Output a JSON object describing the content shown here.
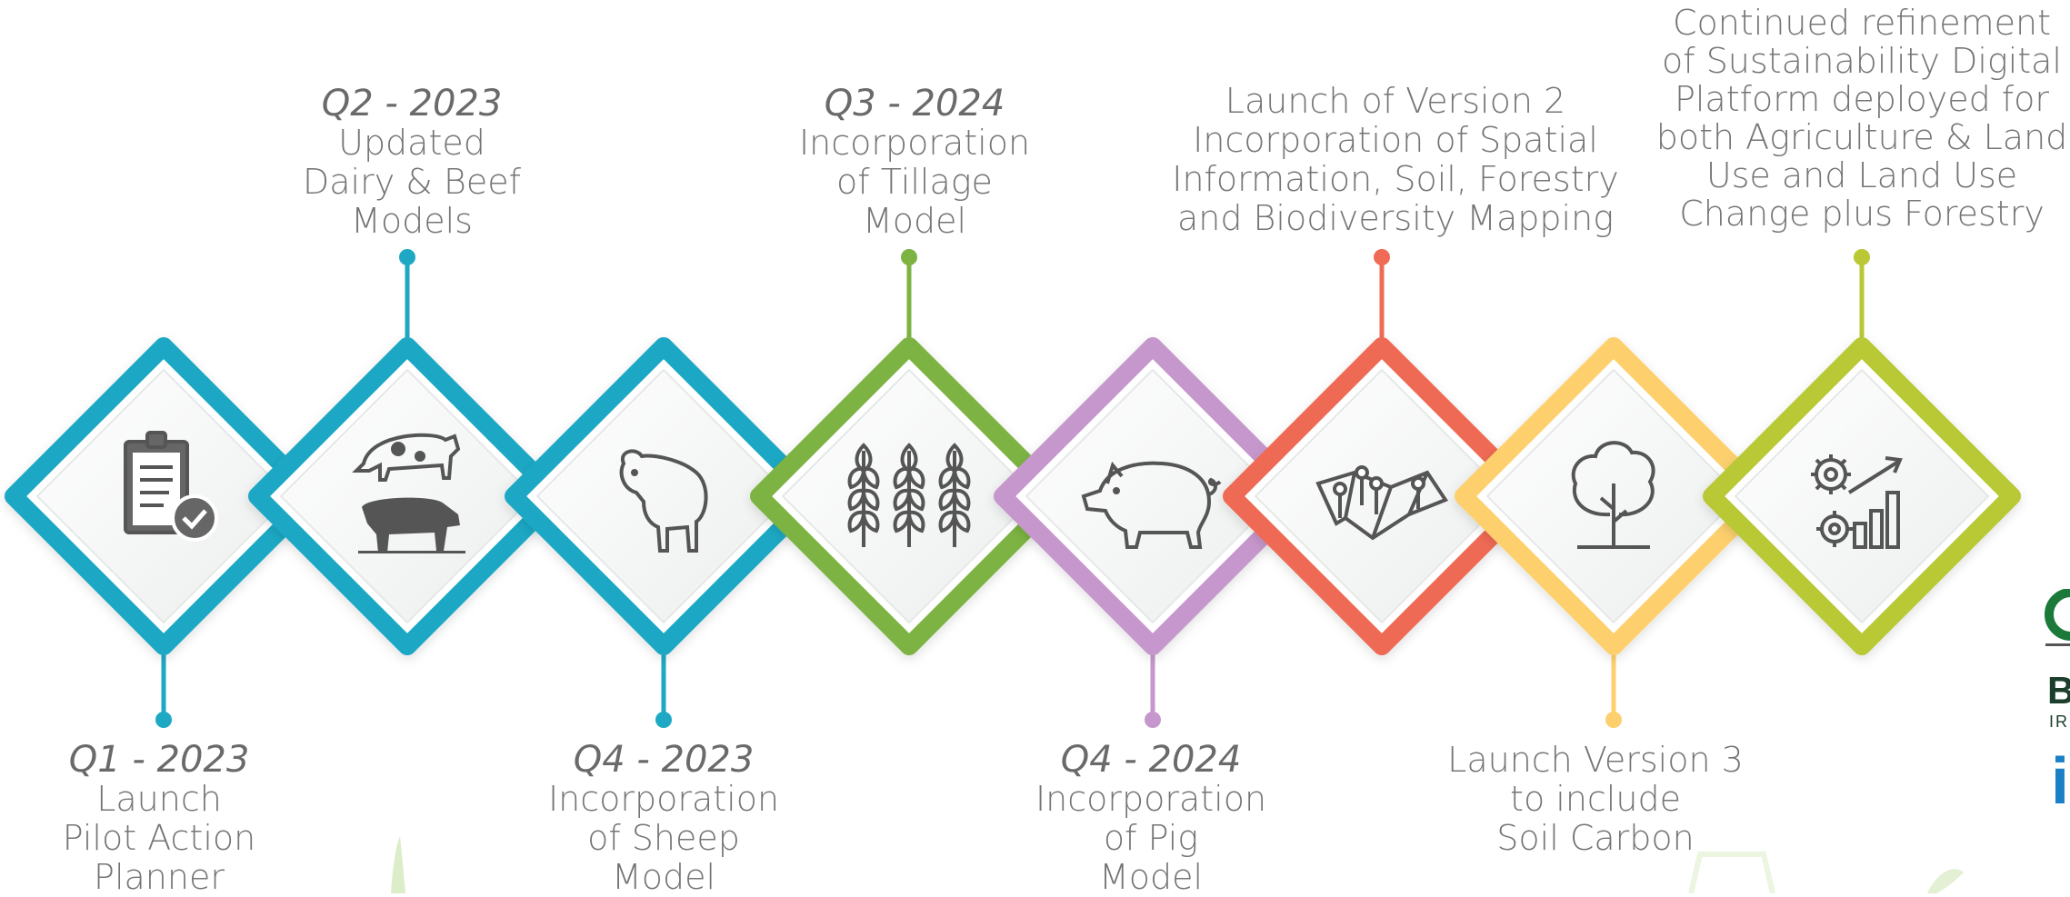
{
  "colors": {
    "teal": "#1fa8c4",
    "green": "#7cb342",
    "purple": "#c697cc",
    "coral": "#ef6b55",
    "yellow": "#fdd06d",
    "lime": "#b9c834",
    "text": "#757575",
    "icon": "#555555"
  },
  "milestones": [
    {
      "id": "m1",
      "period": "Q1 - 2023",
      "text": "Launch\nPilot Action\nPlanner",
      "icon": "clipboard-check-icon",
      "color": "#1fa8c4",
      "label_side": "bottom"
    },
    {
      "id": "m2",
      "period": "Q2 - 2023",
      "text": "Updated\nDairy & Beef\nModels",
      "icon": "cow-icon",
      "color": "#1fa8c4",
      "label_side": "top"
    },
    {
      "id": "m3",
      "period": "Q4 - 2023",
      "text": "Incorporation\nof Sheep\nModel",
      "icon": "sheep-icon",
      "color": "#1fa8c4",
      "label_side": "bottom"
    },
    {
      "id": "m4",
      "period": "Q3 - 2024",
      "text": "Incorporation\nof Tillage\nModel",
      "icon": "wheat-icon",
      "color": "#7cb342",
      "label_side": "top"
    },
    {
      "id": "m5",
      "period": "Q4 - 2024",
      "text": "Incorporation\nof Pig\nModel",
      "icon": "pig-icon",
      "color": "#c697cc",
      "label_side": "bottom"
    },
    {
      "id": "m6",
      "period": "",
      "text": "Launch of Version 2\nIncorporation of Spatial\nInformation, Soil, Forestry\nand Biodiversity Mapping",
      "icon": "map-pins-icon",
      "color": "#ef6b55",
      "label_side": "top"
    },
    {
      "id": "m7",
      "period": "",
      "text": "Launch Version 3\nto include\nSoil Carbon",
      "icon": "tree-icon",
      "color": "#fdd06d",
      "label_side": "bottom"
    },
    {
      "id": "m8",
      "period": "",
      "text": "Continued refinement\nof Sustainability Digital\nPlatform deployed for\nboth Agriculture & Land\nUse and Land Use\nChange plus Forestry",
      "icon": "gears-growth-chart-icon",
      "color": "#b9c834",
      "label_side": "top"
    }
  ],
  "logos": {
    "bord_bia_text": "B",
    "ireland_text": "IRI",
    "third_text": "i"
  }
}
